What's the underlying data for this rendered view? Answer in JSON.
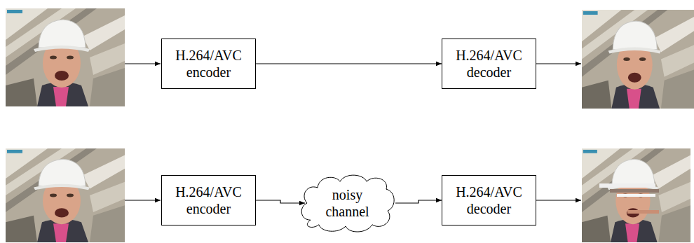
{
  "diagram": {
    "nodes": [
      {
        "text": [
          "H.264/AVC encoder"
        ]
      },
      {
        "text": [
          "H.264/AVC decoder"
        ]
      },
      {
        "text": [
          "H.264/AVC encoder"
        ]
      },
      {
        "text": [
          "noisy channel"
        ]
      },
      {
        "text": [
          "H.264/AVC decoder"
        ]
      }
    ],
    "edges": [
      {
        "from": 0,
        "to": 1,
        "arrow": "to"
      },
      {
        "from": 2,
        "to": 3,
        "arrow": "to"
      },
      {
        "from": 3,
        "to": 4,
        "arrow": "to"
      }
    ]
  }
}
